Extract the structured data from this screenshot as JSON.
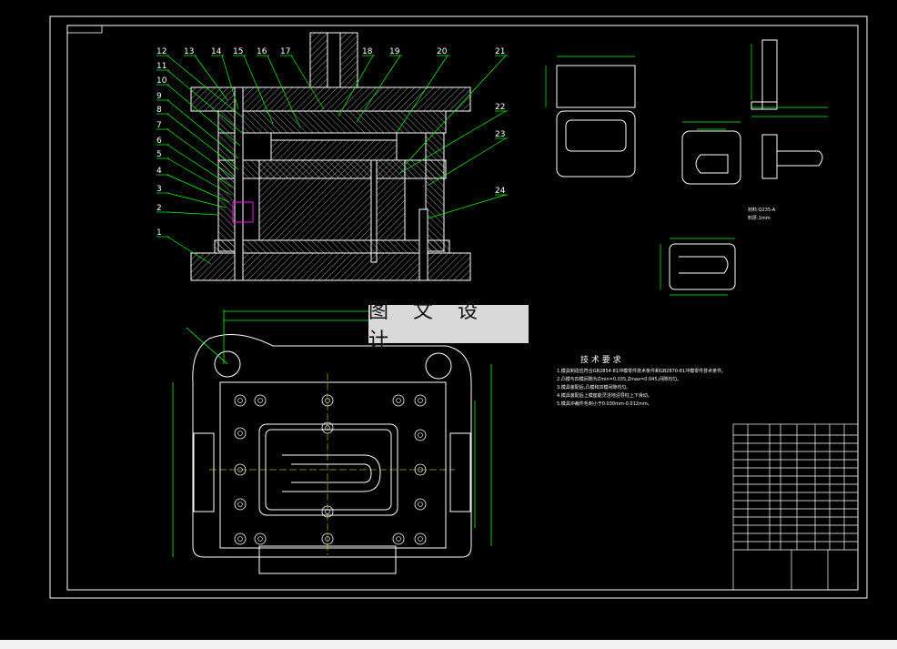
{
  "watermark": "图 文 设 计",
  "part_numbers": [
    "1",
    "2",
    "3",
    "4",
    "5",
    "6",
    "7",
    "8",
    "9",
    "10",
    "11",
    "12",
    "13",
    "14",
    "15",
    "16",
    "17",
    "18",
    "19",
    "20",
    "21",
    "22",
    "23",
    "24"
  ],
  "tech_title": "技 术 要 求",
  "tech_requirements": [
    "1.模具制造应符合GB2854-81冲模零件技术条件和GB2870-81冲模零件技术条件。",
    "2.凸模与凹模间隙为Zmin=0.035,Zmax=0.045,间隙均匀。",
    "3.模具装配后,凸模和凹模间隙均匀。",
    "4.模具装配后上模座能灵活地沿导柱上下滑动。",
    "5.模具冲裁件毛刺小于0.030mm-0.012mm。"
  ],
  "part_info": [
    "材料:Q235-A",
    "料厚:1mm"
  ],
  "colors": {
    "outline": "#ffffff",
    "hatch": "#ffffff",
    "dimension": "#00ff00",
    "leader": "#00ff00",
    "centerline": "#ffff00",
    "magenta": "#ff00ff"
  }
}
